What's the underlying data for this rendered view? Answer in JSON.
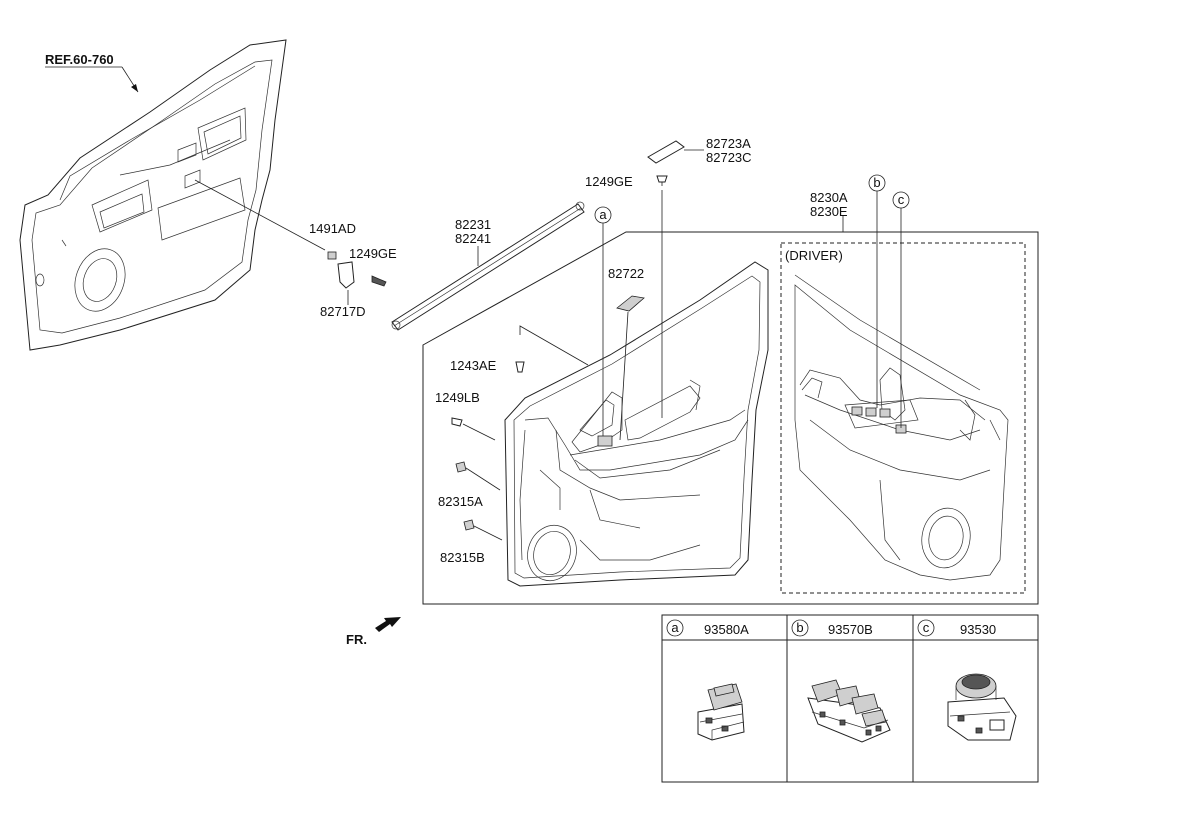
{
  "reference": {
    "label": "REF.60-760"
  },
  "front_indicator": {
    "label": "FR."
  },
  "callouts": {
    "c1491AD": "1491AD",
    "c1249GE_left": "1249GE",
    "c82717D": "82717D",
    "c82231": "82231",
    "c82241": "82241",
    "c82723A": "82723A",
    "c82723C": "82723C",
    "c1249GE_top": "1249GE",
    "c82722": "82722",
    "c8230A": "8230A",
    "c8230E": "8230E",
    "c1243AE": "1243AE",
    "c1249LB": "1249LB",
    "c82315A": "82315A",
    "c82315B": "82315B"
  },
  "driver_box": {
    "label": "(DRIVER)"
  },
  "markers": {
    "a": "a",
    "b": "b",
    "c": "c"
  },
  "legend": [
    {
      "letter": "a",
      "part": "93580A"
    },
    {
      "letter": "b",
      "part": "93570B"
    },
    {
      "letter": "c",
      "part": "93530"
    }
  ]
}
